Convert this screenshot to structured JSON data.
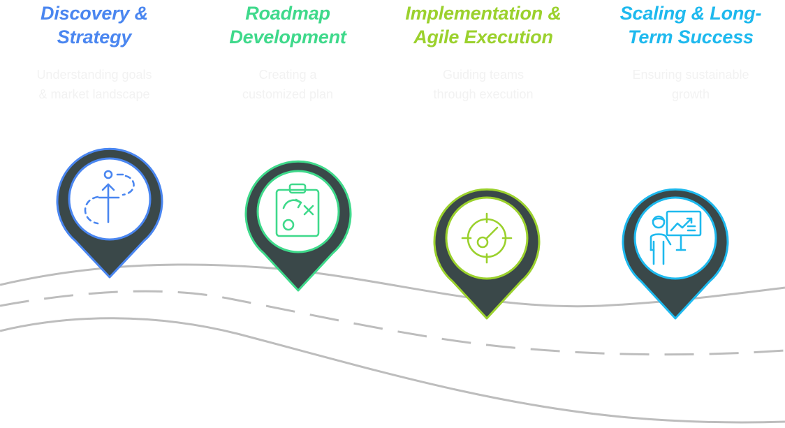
{
  "steps": [
    {
      "title": "Discovery &\nStrategy",
      "description": "Understanding goals\n& market landscape",
      "color": "#4A86F0",
      "icon": "strategy-path-icon"
    },
    {
      "title": "Roadmap\nDevelopment",
      "description": "Creating a\ncustomized plan",
      "color": "#3FD98B",
      "icon": "clipboard-plan-icon"
    },
    {
      "title": "Implementation &\nAgile  Execution",
      "description": "Guiding teams\nthrough execution",
      "color": "#9BD12D",
      "icon": "target-gauge-icon"
    },
    {
      "title": "Scaling & Long-\nTerm Success",
      "description": "Ensuring sustainable\ngrowth",
      "color": "#1EB9EE",
      "icon": "presenter-growth-icon"
    }
  ],
  "colors": {
    "pin_fill": "#3a4849",
    "road": "#bdbdbd"
  }
}
